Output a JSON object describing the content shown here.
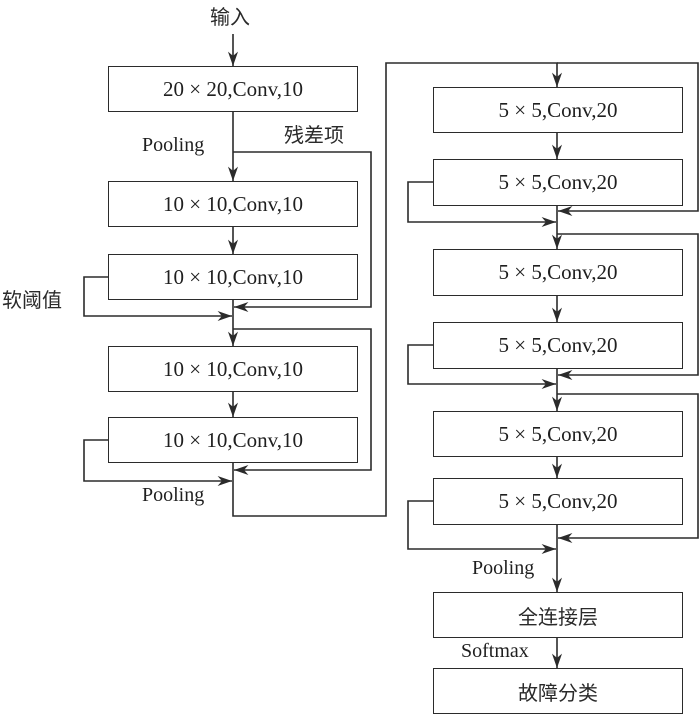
{
  "diagram": {
    "title": "Deep residual shrinkage network structure",
    "input_label": "输入",
    "residual_label": "残差项",
    "soft_threshold_label": "软阈值",
    "pooling_label": "Pooling",
    "softmax_label": "Softmax",
    "left_column": [
      {
        "id": "conv1",
        "label": "20 × 20,Conv,10"
      },
      {
        "id": "conv2",
        "label": "10 × 10,Conv,10"
      },
      {
        "id": "conv3",
        "label": "10 × 10,Conv,10"
      },
      {
        "id": "conv4",
        "label": "10 × 10,Conv,10"
      },
      {
        "id": "conv5",
        "label": "10 × 10,Conv,10"
      }
    ],
    "right_column": [
      {
        "id": "conv6",
        "label": "5 × 5,Conv,20"
      },
      {
        "id": "conv7",
        "label": "5 × 5,Conv,20"
      },
      {
        "id": "conv8",
        "label": "5 × 5,Conv,20"
      },
      {
        "id": "conv9",
        "label": "5 × 5,Conv,20"
      },
      {
        "id": "conv10",
        "label": "5 × 5,Conv,20"
      },
      {
        "id": "conv11",
        "label": "5 × 5,Conv,20"
      }
    ],
    "fc_label": "全连接层",
    "output_label": "故障分类",
    "colors": {
      "line": "#2b2b2b",
      "text": "#1f1f1f",
      "background": "#ffffff"
    }
  }
}
